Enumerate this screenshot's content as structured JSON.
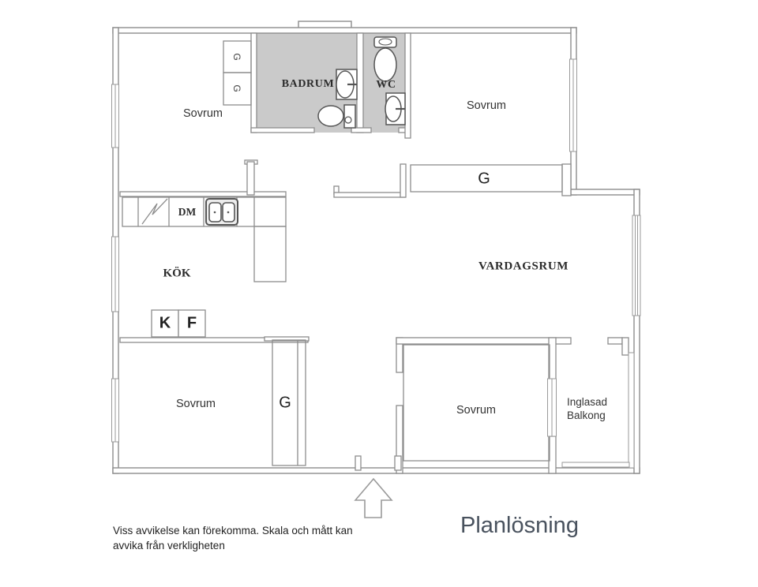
{
  "title": "Planlösning",
  "disclaimer": {
    "line1": "Viss avvikelse kan förekomma. Skala och mått kan",
    "line2": "avvika från verkligheten"
  },
  "rooms": {
    "bedroom_top_left": "Sovrum",
    "bathroom": "BADRUM",
    "toilet": "WC",
    "bedroom_top_right": "Sovrum",
    "kitchen": "KÖK",
    "living_room": "VARDAGSRUM",
    "bedroom_bottom_left": "Sovrum",
    "bedroom_bottom_right": "Sovrum",
    "balcony_line1": "Inglasad",
    "balcony_line2": "Balkong"
  },
  "labels": {
    "wardrobe": "G",
    "dishwasher": "DM",
    "fridge": "K",
    "freezer": "F"
  },
  "colors": {
    "wall": "#8d8d8d",
    "wet_room_fill": "#cacaca",
    "fixture_stroke": "#555555",
    "text": "#2e2e2e",
    "title": "#49525e"
  }
}
